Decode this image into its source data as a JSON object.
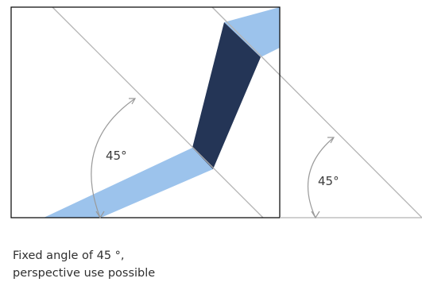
{
  "labels": {
    "angle_left": "45°",
    "angle_right": "45°"
  },
  "caption": {
    "line1": "Fixed angle of 45 °,",
    "line2": "perspective use possible"
  },
  "colors": {
    "light_blue": "#9cc3ec",
    "dark_navy": "#243556",
    "guide_line": "#b4b4b4",
    "frame": "#000000",
    "arc": "#9a9a9a"
  }
}
